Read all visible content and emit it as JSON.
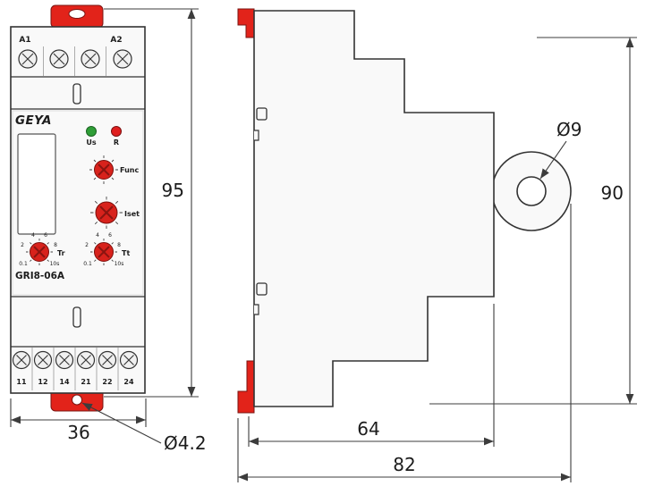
{
  "drawing": {
    "front": {
      "terminal_top_left": "A1",
      "terminal_top_right": "A2",
      "brand": "GEYA",
      "led_green_label": "Us",
      "led_red_label": "R",
      "knob_func_label": "Func",
      "knob_iset_label": "Iset",
      "knob_tr_label": "Tr",
      "knob_tt_label": "Tt",
      "model": "GRI8-06A",
      "terminals_bottom": [
        "11",
        "12",
        "14",
        "21",
        "22",
        "24"
      ],
      "timer_min": "0.1",
      "timer_max": "10s",
      "timer_ticks": [
        "2",
        "4",
        "6",
        "8"
      ]
    },
    "dims": {
      "front_height": "95",
      "front_width": "36",
      "clip_hole_dia": "Ø4.2",
      "tab_hole_dia": "Ø9",
      "side_height": "90",
      "body_depth": "64",
      "overall_depth": "82"
    },
    "colors": {
      "accent_red": "#e2231a",
      "led_green": "#2f9e37",
      "led_red": "#e01f1f",
      "line": "#333333",
      "body_fill": "#f9f9f9"
    }
  }
}
